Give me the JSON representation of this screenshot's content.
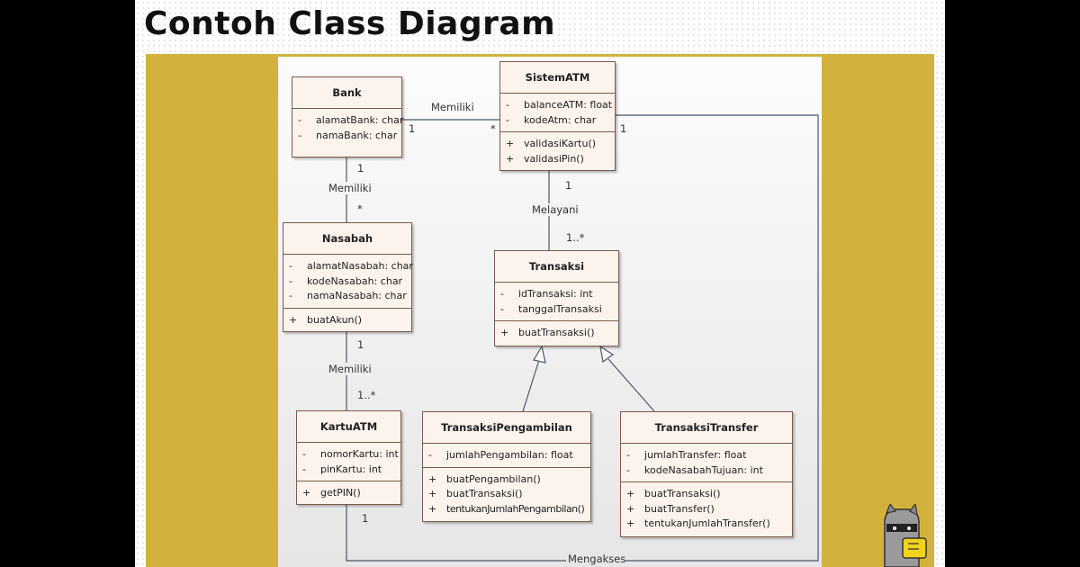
{
  "slide": {
    "title": "Contoh Class Diagram"
  },
  "classes": {
    "bank": {
      "name": "Bank",
      "attributes": [
        {
          "vis": "-",
          "text": "alamatBank: char"
        },
        {
          "vis": "-",
          "text": "namaBank: char"
        }
      ],
      "operations": []
    },
    "sistemAtm": {
      "name": "SistemATM",
      "attributes": [
        {
          "vis": "-",
          "text": "balanceATM: float"
        },
        {
          "vis": "-",
          "text": "kodeAtm: char"
        }
      ],
      "operations": [
        {
          "vis": "+",
          "text": "validasiKartu()"
        },
        {
          "vis": "+",
          "text": "validasiPin()"
        }
      ]
    },
    "nasabah": {
      "name": "Nasabah",
      "attributes": [
        {
          "vis": "-",
          "text": "alamatNasabah: char"
        },
        {
          "vis": "-",
          "text": "kodeNasabah: char"
        },
        {
          "vis": "-",
          "text": "namaNasabah: char"
        }
      ],
      "operations": [
        {
          "vis": "+",
          "text": "buatAkun()"
        }
      ]
    },
    "transaksi": {
      "name": "Transaksi",
      "attributes": [
        {
          "vis": "-",
          "text": "idTransaksi: int"
        },
        {
          "vis": "-",
          "text": "tanggalTransaksi"
        }
      ],
      "operations": [
        {
          "vis": "+",
          "text": "buatTransaksi()"
        }
      ]
    },
    "kartuAtm": {
      "name": "KartuATM",
      "attributes": [
        {
          "vis": "-",
          "text": "nomorKartu: int"
        },
        {
          "vis": "-",
          "text": "pinKartu: int"
        }
      ],
      "operations": [
        {
          "vis": "+",
          "text": "getPIN()"
        }
      ]
    },
    "transaksiPengambilan": {
      "name": "TransaksiPengambilan",
      "attributes": [
        {
          "vis": "-",
          "text": "jumlahPengambilan: float"
        }
      ],
      "operations": [
        {
          "vis": "+",
          "text": "buatPengambilan()"
        },
        {
          "vis": "+",
          "text": "buatTransaksi()"
        },
        {
          "vis": "+",
          "text": "tentukanJumlahPengambilan()"
        }
      ]
    },
    "transaksiTransfer": {
      "name": "TransaksiTransfer",
      "attributes": [
        {
          "vis": "-",
          "text": "jumlahTransfer: float"
        },
        {
          "vis": "-",
          "text": "kodeNasabahTujuan: int"
        }
      ],
      "operations": [
        {
          "vis": "+",
          "text": "buatTransaksi()"
        },
        {
          "vis": "+",
          "text": "buatTransfer()"
        },
        {
          "vis": "+",
          "text": "tentukanJumlahTransfer()"
        }
      ]
    }
  },
  "relations": {
    "bank_sistem": {
      "label": "Memiliki",
      "mult_bank": "1",
      "mult_sistem": "*"
    },
    "bank_nasabah": {
      "label": "Memiliki",
      "mult_bank": "1",
      "mult_nasabah": "*"
    },
    "sistem_transaksi": {
      "label": "Melayani",
      "mult_sistem": "1",
      "mult_transaksi": "1..*"
    },
    "nasabah_kartu": {
      "label": "Memiliki",
      "mult_nasabah": "1",
      "mult_kartu": "1..*"
    },
    "kartu_sistem": {
      "label": "Mengakses",
      "mult_kartu": "1",
      "mult_sistem": "1"
    }
  },
  "colors": {
    "panel": "#d2b23c",
    "class_fill": "#fcf3ec",
    "class_border": "#7d5a4a",
    "connector": "#4a5568"
  }
}
